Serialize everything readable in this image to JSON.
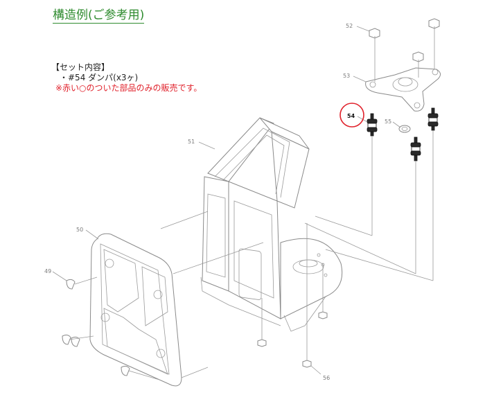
{
  "title": "構造例(ご参考用)",
  "set": {
    "heading": "【セット内容】",
    "item": "・#54 ダンパ(x3ヶ)",
    "note": "※赤い○のついた部品のみの販売です。"
  },
  "parts": {
    "p49": "49",
    "p50": "50",
    "p51": "51",
    "p52": "52",
    "p53": "53",
    "p54": "54",
    "p55": "55",
    "p56": "56"
  },
  "colors": {
    "title": "#2e8b2e",
    "note": "#e0202a",
    "highlight_circle": "#e0202a"
  }
}
